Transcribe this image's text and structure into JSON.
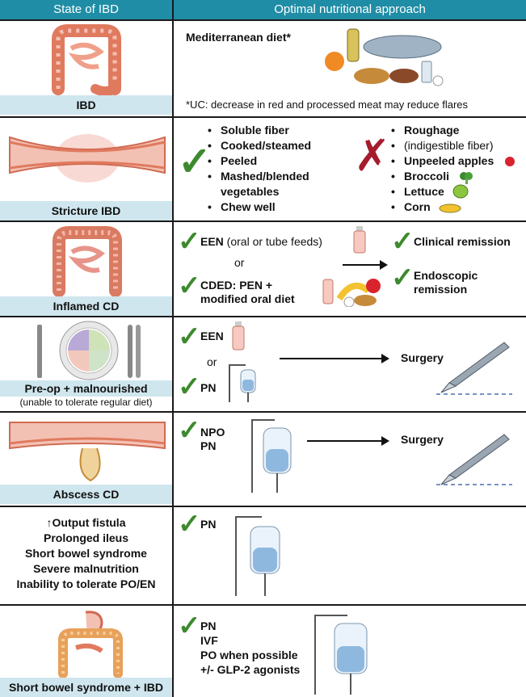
{
  "header": {
    "col1": "State of IBD",
    "col2": "Optimal nutritional approach"
  },
  "rows": {
    "ibd": {
      "label": "IBD",
      "diet": "Mediterranean diet*",
      "note": "*UC: decrease in red and processed meat may reduce flares"
    },
    "stricture": {
      "label": "Stricture IBD",
      "good": [
        "Soluble fiber",
        "Cooked/steamed",
        "Peeled",
        "Mashed/blended vegetables",
        "Chew well"
      ],
      "bad_title": "Roughage",
      "bad_sub": "(indigestible fiber)",
      "bad": [
        "Unpeeled apples",
        "Broccoli",
        "Lettuce",
        "Corn"
      ]
    },
    "inflamed": {
      "label": "Inflamed CD",
      "een": "EEN",
      "een_note": " (oral or tube feeds)",
      "or": "or",
      "cded": "CDED: PEN +",
      "cded2": "modified oral diet",
      "outcome1": "Clinical remission",
      "outcome2a": "Endoscopic",
      "outcome2b": "remission"
    },
    "preop": {
      "label": "Pre-op + malnourished",
      "sublabel": "(unable to tolerate regular diet)",
      "een": "EEN",
      "or": "or",
      "pn": "PN",
      "surgery": "Surgery"
    },
    "abscess": {
      "label": "Abscess CD",
      "npo": "NPO",
      "pn": "PN",
      "surgery": "Surgery"
    },
    "fistula": {
      "arrow_symbol": "↑",
      "lines": [
        "Output fistula",
        "Prolonged ileus",
        "Short bowel syndrome",
        "Severe malnutrition",
        "Inability to tolerate PO/EN"
      ],
      "pn": "PN"
    },
    "sbs": {
      "label": "Short bowel syndrome + IBD",
      "items": [
        "PN",
        "IVF",
        "PO when possible",
        "+/- GLP-2 agonists"
      ]
    }
  },
  "colors": {
    "header_bg": "#1f8da6",
    "label_bg": "#cfe6ee",
    "check": "#3d8a2e",
    "cross": "#a51d2d",
    "bowel": "#e07a5f",
    "bowel_inner": "#f3c1b4"
  },
  "icons": [
    "check-icon",
    "cross-icon",
    "colon-illustration",
    "bowel-segment-illustration",
    "iv-bag-icon",
    "feeding-bottle-icon",
    "scalpel-icon",
    "plate-icon",
    "food-illustration"
  ]
}
